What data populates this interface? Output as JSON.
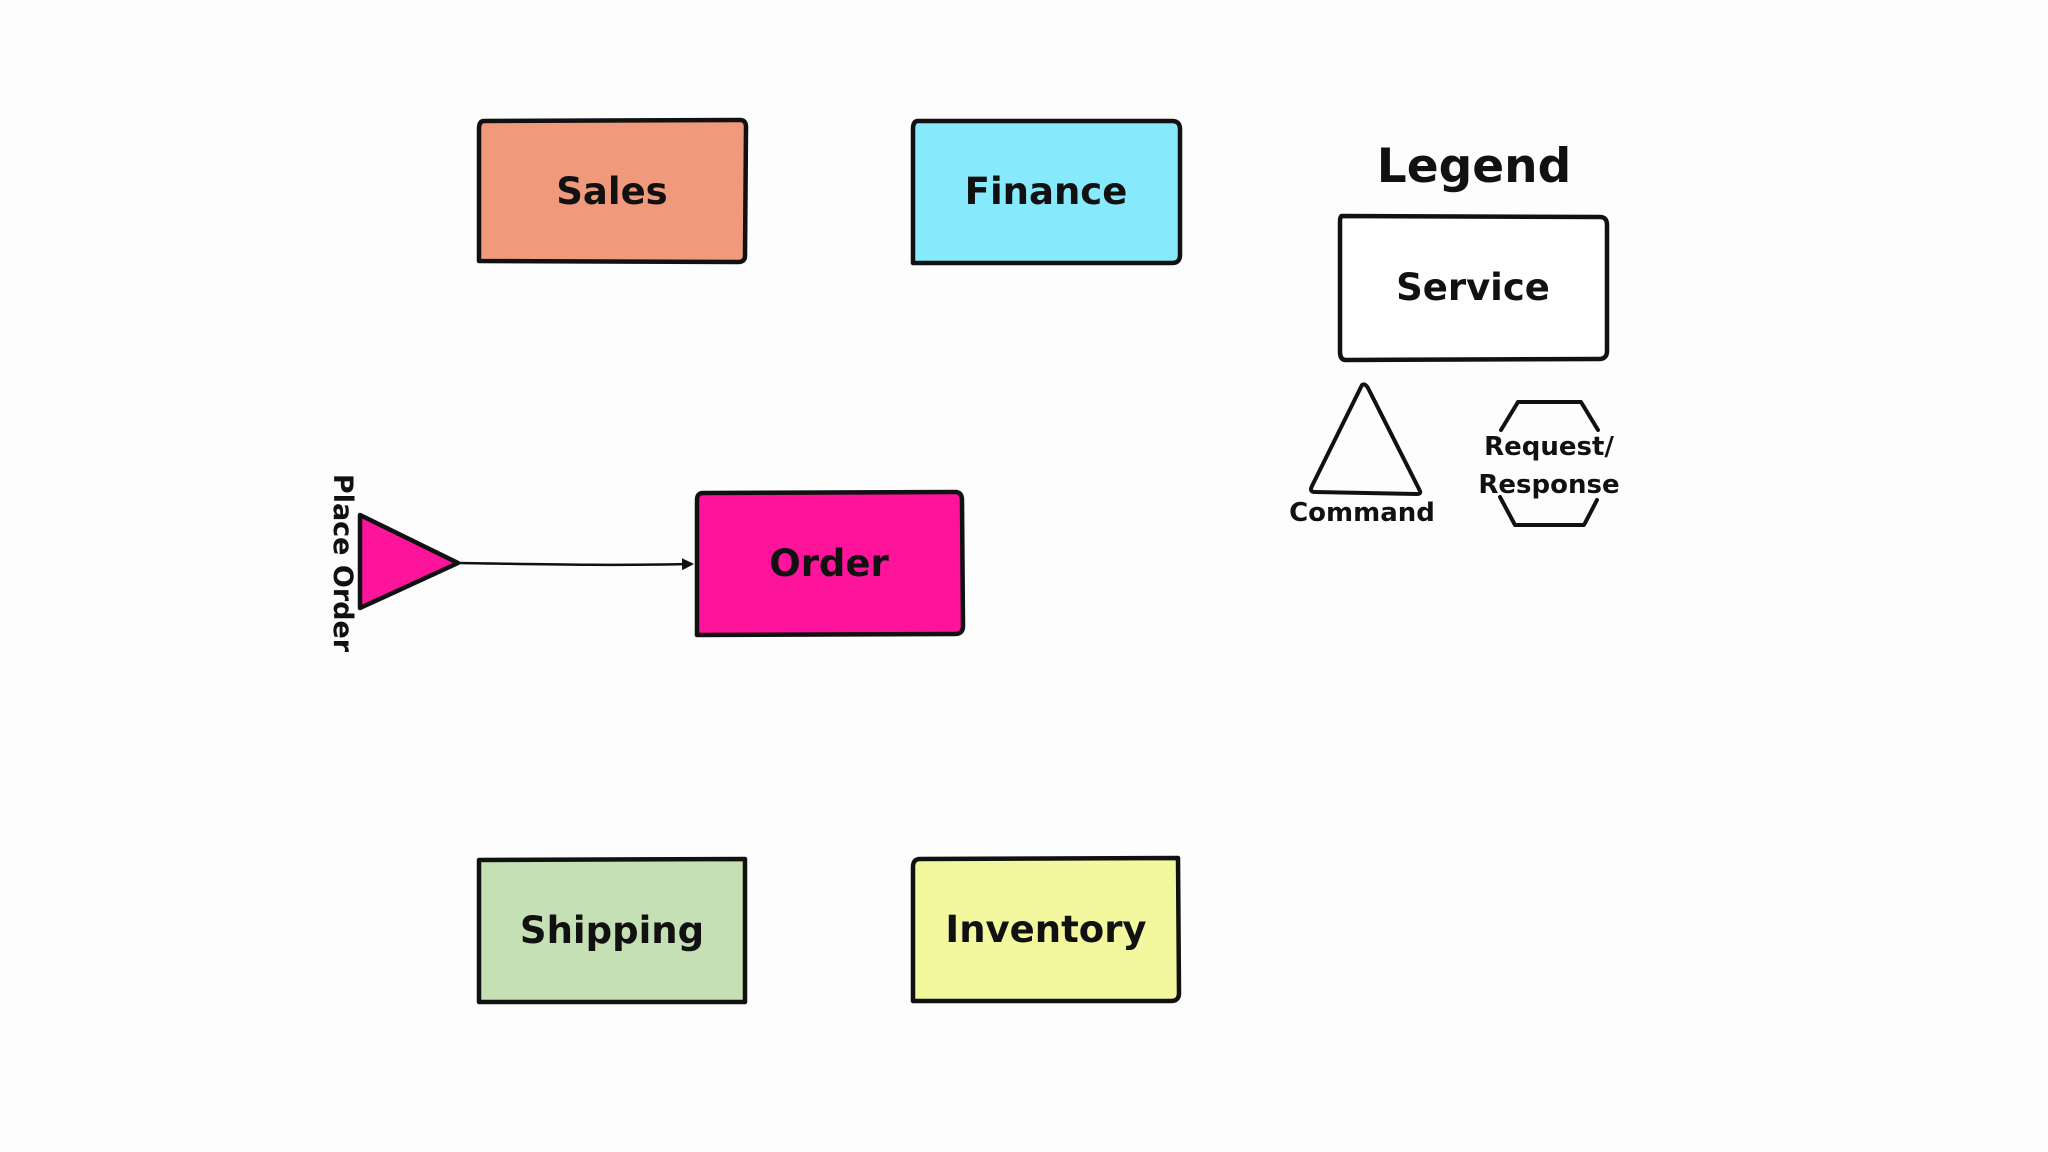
{
  "services": {
    "sales": {
      "label": "Sales",
      "color": "#f09a7d"
    },
    "finance": {
      "label": "Finance",
      "color": "#86e9fc"
    },
    "order": {
      "label": "Order",
      "color": "#fd149a"
    },
    "shipping": {
      "label": "Shipping",
      "color": "#c6e0b6"
    },
    "inventory": {
      "label": "Inventory",
      "color": "#f3f79e"
    }
  },
  "command": {
    "label": "Place Order",
    "color": "#fd149a"
  },
  "legend": {
    "title": "Legend",
    "service_label": "Service",
    "command_label": "Command",
    "request_response_line1": "Request/",
    "request_response_line2": "Response"
  }
}
